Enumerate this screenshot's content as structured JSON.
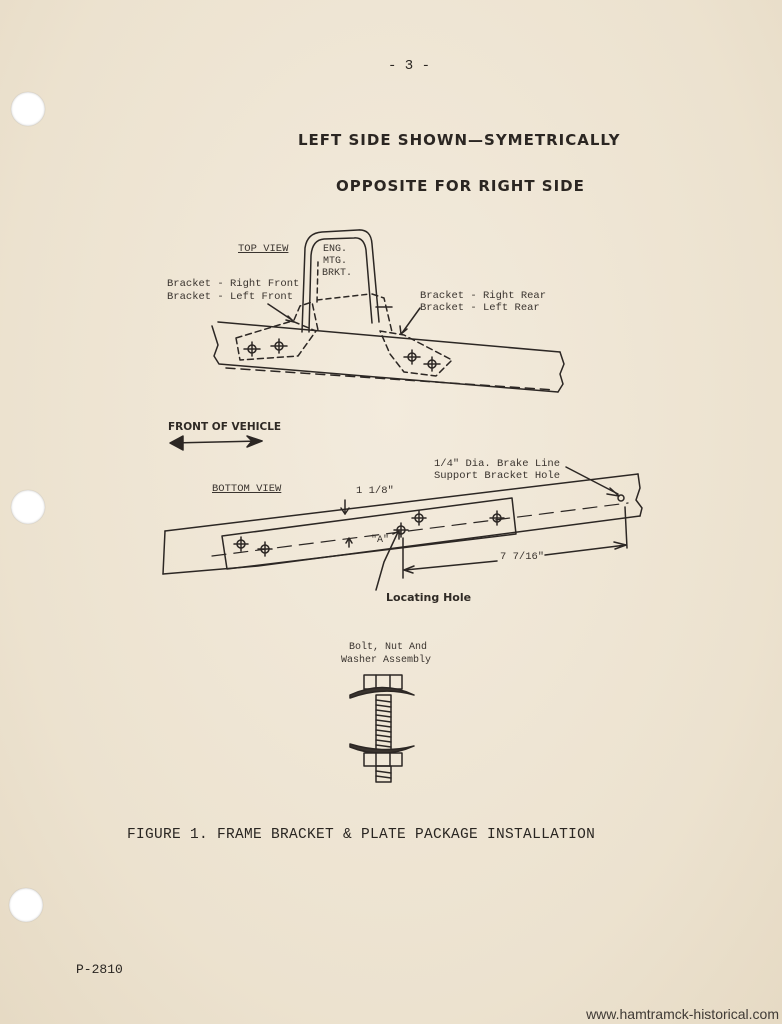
{
  "page_number": "- 3 -",
  "heading": {
    "line1": "LEFT SIDE SHOWN—SYMETRICALLY",
    "line2": "OPPOSITE  FOR RIGHT SIDE"
  },
  "top_view": {
    "label": "TOP VIEW",
    "bracket_label": [
      "ENG.",
      "MTG.",
      "BRKT."
    ],
    "front_brackets": [
      "Bracket - Right Front",
      "Bracket - Left Front"
    ],
    "rear_brackets": [
      "Bracket - Right Rear",
      "Bracket - Left Rear"
    ]
  },
  "front_of_vehicle": "FRONT OF VEHICLE",
  "bottom_view": {
    "label": "BOTTOM VIEW",
    "brake_line_note": [
      "1/4\" Dia. Brake Line",
      "Support Bracket Hole"
    ],
    "dim_width": "1 1/8\"",
    "dim_a": "\"A\"",
    "dim_length": "7 7/16\"",
    "locating_hole": "Locating Hole"
  },
  "bolt": {
    "label": [
      "Bolt, Nut And",
      "Washer Assembly"
    ]
  },
  "caption": "FIGURE 1. FRAME BRACKET & PLATE PACKAGE INSTALLATION",
  "doc_code": "P-2810",
  "watermark": "www.hamtramck-historical.com"
}
